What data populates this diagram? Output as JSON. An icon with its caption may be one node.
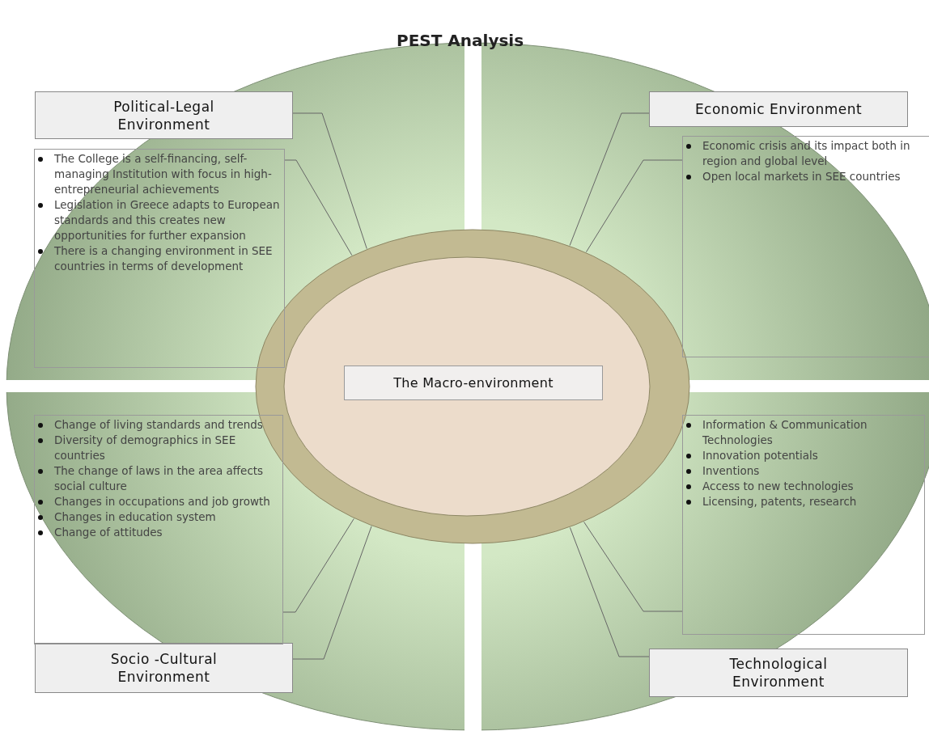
{
  "diagram": {
    "title": "PEST Analysis",
    "nodes": [
      {
        "text": [
          "The Macro-environment"
        ]
      },
      {
        "text": [
          "Political-Legal Environment"
        ]
      },
      {
        "text": [
          "The College is a self-financing, self-managing Institution with focus in high-entrepreneurial achievements",
          "Legislation in Greece adapts to European standards and this creates new opportunities for further expansion",
          "There is a changing environment in SEE countries in terms of development"
        ]
      },
      {
        "text": [
          "Economic Environment"
        ]
      },
      {
        "text": [
          "Economic crisis and its impact both in region and global level",
          "Open local markets in SEE countries"
        ]
      },
      {
        "text": [
          "Socio -Cultural Environment"
        ]
      },
      {
        "text": [
          "Change of living standards and trends",
          "Diversity of demographics in SEE countries",
          "The change of laws in the area affects social culture",
          "Changes in occupations and job growth",
          "Changes in education system",
          "Change of attitudes"
        ]
      },
      {
        "text": [
          "Technological Environment"
        ]
      },
      {
        "text": [
          "Information & Communication Technologies",
          "Innovation potentials",
          "Inventions",
          "Access to new technologies",
          "Licensing, patents, research"
        ]
      }
    ],
    "edges": [
      {
        "from": 1,
        "to": 0,
        "arrow": "none"
      },
      {
        "from": 2,
        "to": 0,
        "arrow": "none"
      },
      {
        "from": 3,
        "to": 0,
        "arrow": "none"
      },
      {
        "from": 4,
        "to": 0,
        "arrow": "none"
      },
      {
        "from": 6,
        "to": 0,
        "arrow": "none"
      },
      {
        "from": 5,
        "to": 0,
        "arrow": "none"
      },
      {
        "from": 8,
        "to": 0,
        "arrow": "none"
      },
      {
        "from": 7,
        "to": 0,
        "arrow": "none"
      }
    ]
  }
}
